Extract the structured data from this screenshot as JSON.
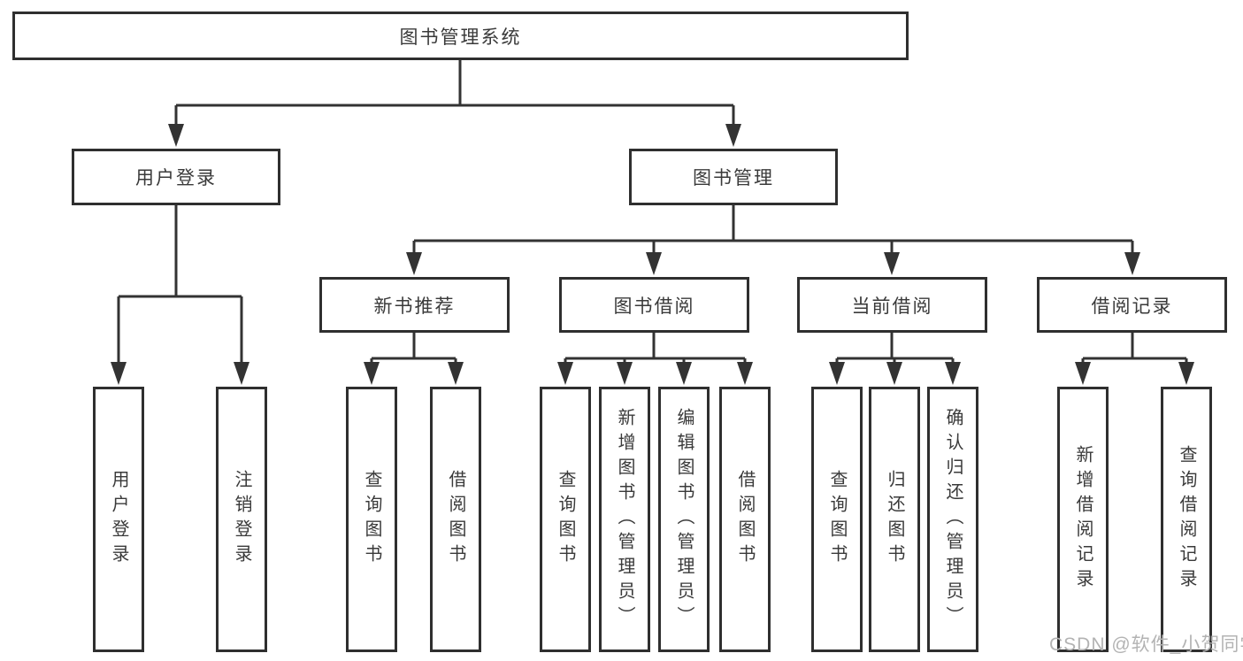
{
  "diagram_type": "hierarchy-tree",
  "tree": {
    "label": "图书管理系统",
    "children": [
      {
        "label": "用户登录",
        "children": [
          {
            "label": "用户登录"
          },
          {
            "label": "注销登录"
          }
        ]
      },
      {
        "label": "图书管理",
        "children": [
          {
            "label": "新书推荐",
            "children": [
              {
                "label": "查询图书"
              },
              {
                "label": "借阅图书"
              }
            ]
          },
          {
            "label": "图书借阅",
            "children": [
              {
                "label": "查询图书"
              },
              {
                "label": "新增图书（管理员）"
              },
              {
                "label": "编辑图书（管理员）"
              },
              {
                "label": "借阅图书"
              }
            ]
          },
          {
            "label": "当前借阅",
            "children": [
              {
                "label": "查询图书"
              },
              {
                "label": "归还图书"
              },
              {
                "label": "确认归还（管理员）"
              }
            ]
          },
          {
            "label": "借阅记录",
            "children": [
              {
                "label": "新增借阅记录"
              },
              {
                "label": "查询借阅记录"
              }
            ]
          }
        ]
      }
    ]
  },
  "watermark": {
    "text": "CSDN @软件_小贺同学"
  },
  "colors": {
    "line": "#333333",
    "box_border": "#2f2f2f",
    "text": "#3a3a3a",
    "watermark": "#b3b3b3",
    "background": "#ffffff"
  }
}
